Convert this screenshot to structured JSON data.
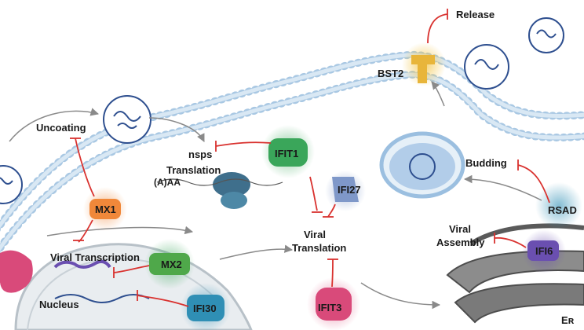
{
  "labels": {
    "release": "Release",
    "bst2": "BST2",
    "uncoating": "Uncoating",
    "nsps_line1": "nsps",
    "nsps_line2": "Translation",
    "polya": "(A)AA",
    "ifit1": "IFIT1",
    "ifi27": "IFI27",
    "budding": "Budding",
    "rsad": "RSAD",
    "mx1": "MX1",
    "viral_transcription": "Viral Transcription",
    "mx2": "MX2",
    "viral_translation_1": "Viral",
    "viral_translation_2": "Translation",
    "viral_assembly_1": "Viral",
    "viral_assembly_2": "Assembly",
    "ifi6": "IFI6",
    "nucleus": "Nucleus",
    "ifi30": "IFI30",
    "ifit3": "IFIT3",
    "er": "Eʀ"
  },
  "colors": {
    "membrane": "#a9c8e3",
    "membrane_dark": "#7fa9cf",
    "virus": "#2e4f8f",
    "spike": "#2a93a8",
    "inhibit": "#d9322f",
    "arrow": "#7a7a7a",
    "bst2": "#e8b53a",
    "ifit1": "#3aa65a",
    "ifi27": "#7f98c9",
    "mx1": "#f0883a",
    "mx2": "#4fa84a",
    "ifi30": "#2f8fb5",
    "ifit3": "#d94a7a",
    "ifi6": "#6a4fb0",
    "nucleus": "#cfd6dc",
    "er": "#6b6b6b"
  }
}
